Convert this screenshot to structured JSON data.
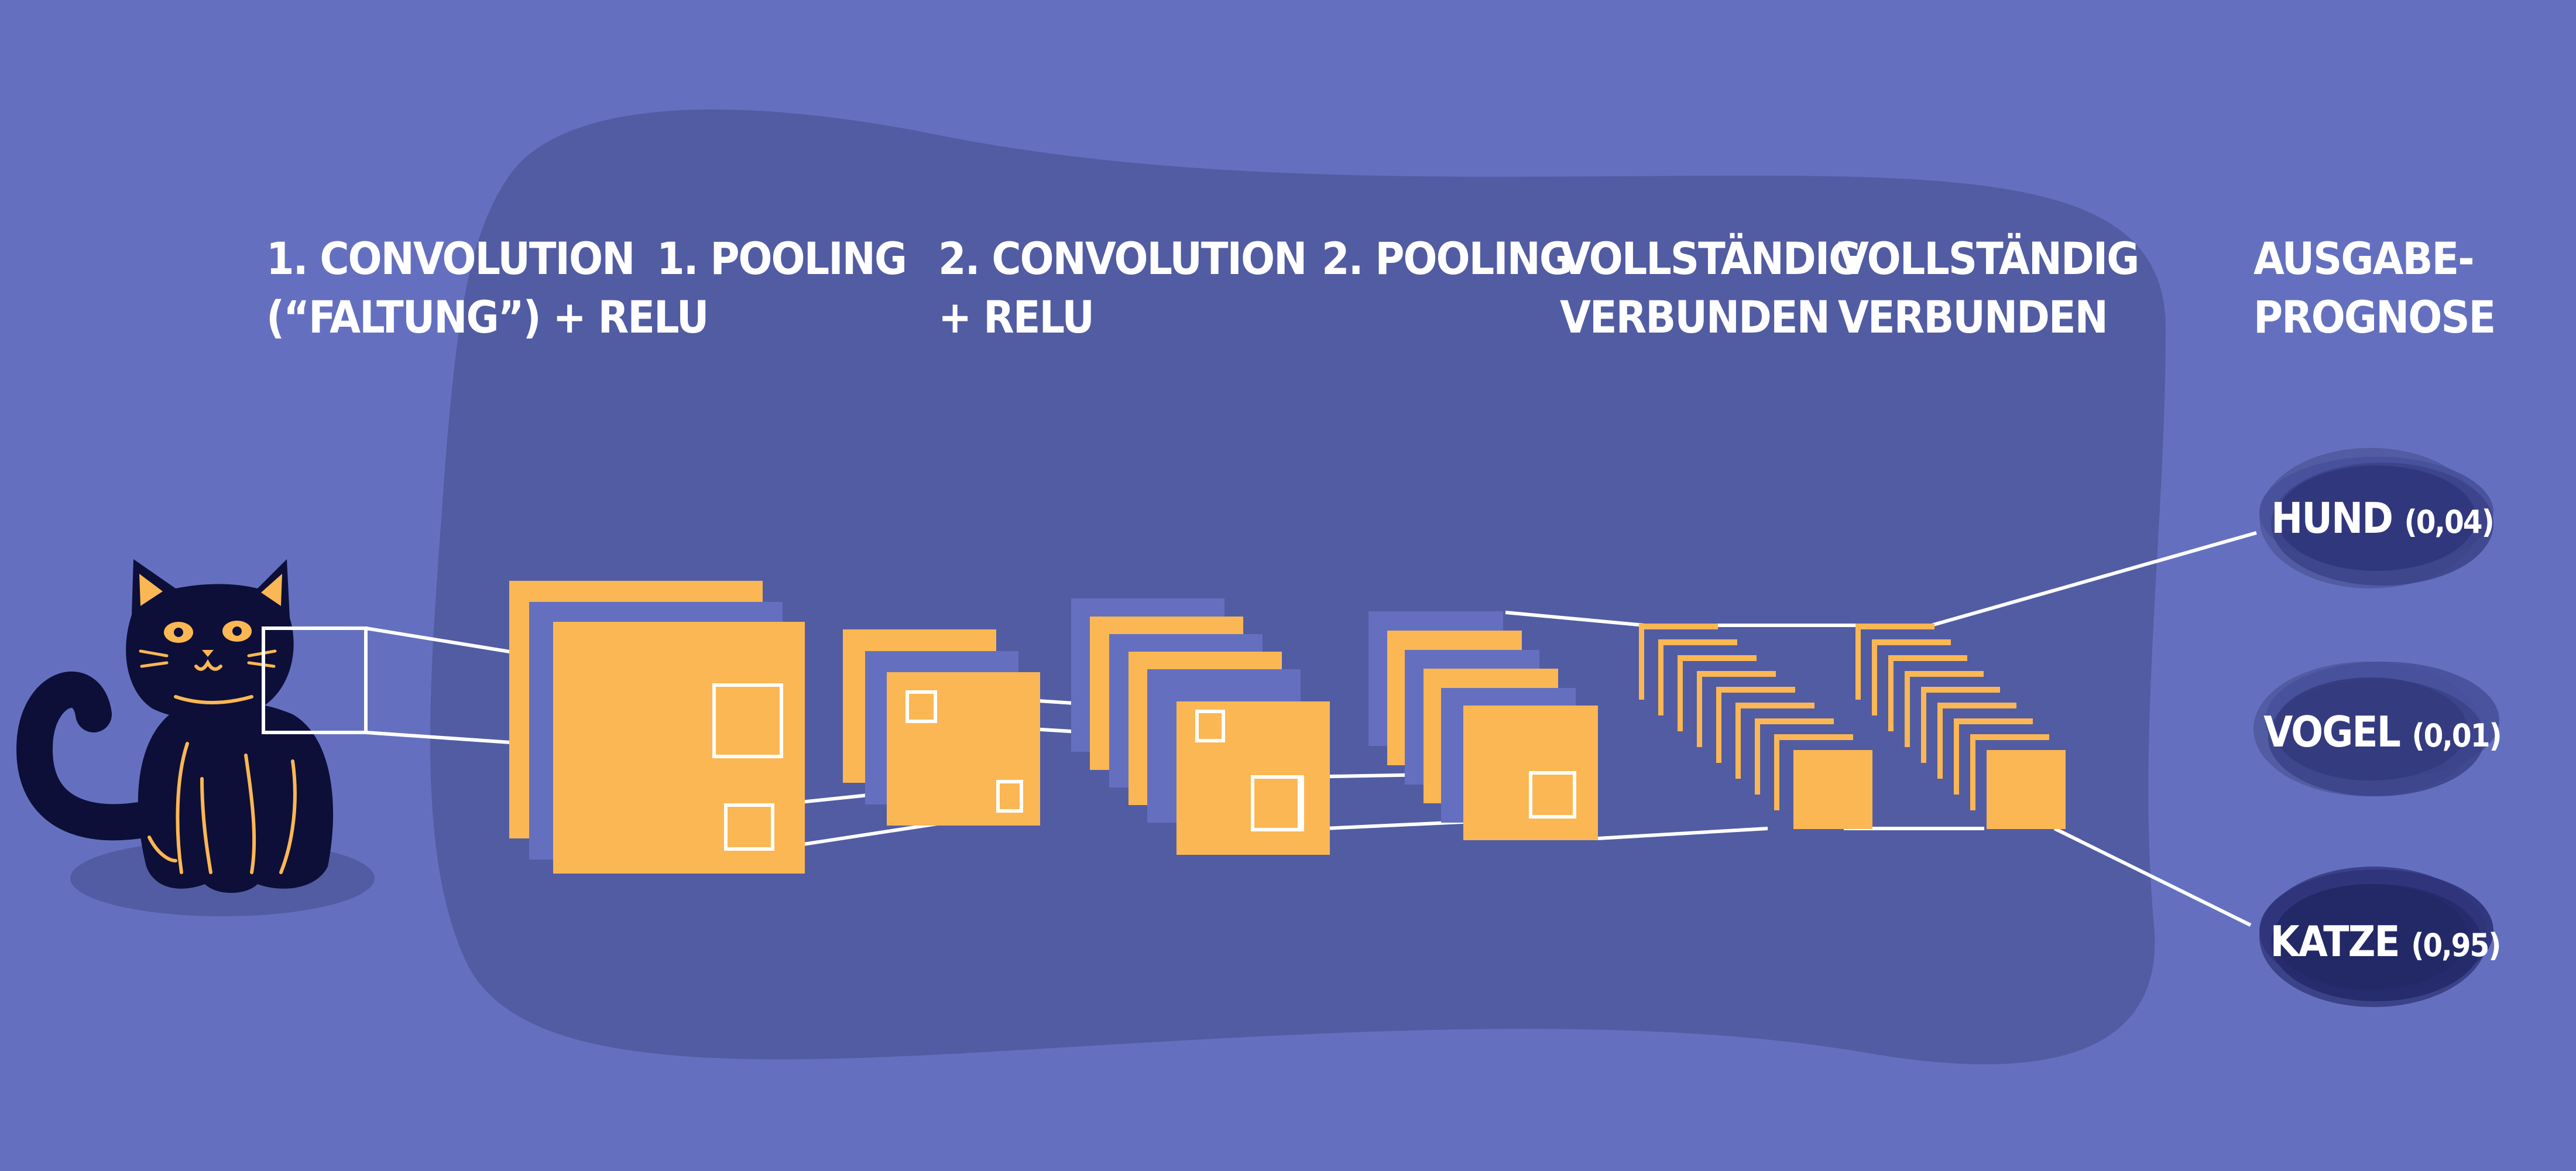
{
  "colors": {
    "background": "#6470bf",
    "blob": "#525ca3",
    "feature": "#fbb753",
    "feature_shadow": "#6470bf",
    "lines": "#ffffff",
    "output_bubble": "#2a2f6b",
    "cat": "#0d0f38"
  },
  "stages": [
    {
      "line1": "1. CONVOLUTION",
      "line2": "(“FALTUNG”) + RELU"
    },
    {
      "line1": "1. POOLING",
      "line2": ""
    },
    {
      "line1": "2. CONVOLUTION",
      "line2": "+ RELU"
    },
    {
      "line1": "2. POOLING",
      "line2": ""
    },
    {
      "line1": "VOLLSTÄNDIG",
      "line2": "VERBUNDEN"
    },
    {
      "line1": "VOLLSTÄNDIG",
      "line2": "VERBUNDEN"
    },
    {
      "line1": "AUSGABE-",
      "line2": "PROGNOSE"
    }
  ],
  "outputs": [
    {
      "label": "HUND",
      "prob": "(0,04)"
    },
    {
      "label": "VOGEL",
      "prob": "(0,01)"
    },
    {
      "label": "KATZE",
      "prob": "(0,95)"
    }
  ],
  "icons": {
    "input": "cat-illustration"
  }
}
